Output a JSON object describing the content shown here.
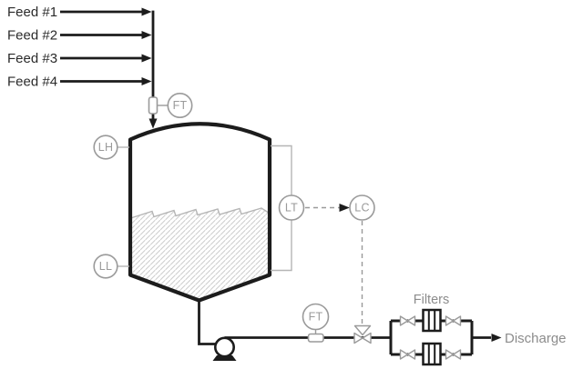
{
  "feeds": [
    {
      "label": "Feed #1"
    },
    {
      "label": "Feed #2"
    },
    {
      "label": "Feed #3"
    },
    {
      "label": "Feed #4"
    }
  ],
  "tank": {
    "level_high_tag": "LH",
    "level_low_tag": "LL"
  },
  "instruments": {
    "feed_flow_transmitter": "FT",
    "level_transmitter": "LT",
    "level_controller": "LC",
    "discharge_flow_transmitter": "FT"
  },
  "labels": {
    "filters": "Filters",
    "discharge": "Discharge"
  },
  "colors": {
    "process_line": "#1c1c1c",
    "instrument_gray": "#9a9a9a",
    "bracket_gray": "#b5b5b5",
    "hatch_gray": "#cdcdcd",
    "feed_text": "#2a2a2a",
    "gray_text": "#8c8c8c",
    "background": "#ffffff"
  }
}
